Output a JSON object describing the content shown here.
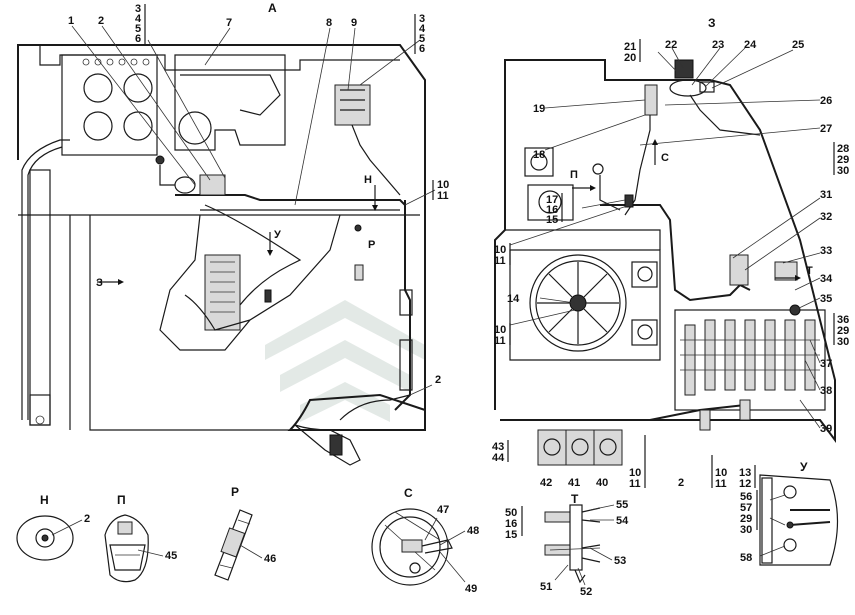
{
  "views": {
    "main_left": "А",
    "main_right": "З",
    "detail_h": "Н",
    "detail_p": "П",
    "detail_r": "Р",
    "detail_s": "С",
    "detail_t": "Т",
    "detail_u": "У"
  },
  "marks": {
    "view_z_arrow": "З",
    "view_h_arrow": "Н",
    "view_u_arrow": "У",
    "view_r_mark": "Р",
    "view_p_arrow": "П",
    "view_s_arrow": "С",
    "view_t_arrow": "Т"
  },
  "callouts_left": {
    "c1": "1",
    "c2": "2",
    "c3456": [
      "3",
      "4",
      "5",
      "6"
    ],
    "c7": "7",
    "c8": "8",
    "c9": "9",
    "c3456b": [
      "3",
      "4",
      "5",
      "6"
    ],
    "c1011": [
      "10",
      "11"
    ],
    "c2b": "2"
  },
  "callouts_right": {
    "c2120": [
      "21",
      "20"
    ],
    "c22": "22",
    "c23": "23",
    "c24": "24",
    "c25": "25",
    "c19": "19",
    "c26": "26",
    "c18": "18",
    "c27": "27",
    "c282930": [
      "28",
      "29",
      "30"
    ],
    "c171615": [
      "17",
      "16",
      "15"
    ],
    "c31": "31",
    "c32": "32",
    "c1011a": [
      "10",
      "11"
    ],
    "c33": "33",
    "c14": "14",
    "c34": "34",
    "c35": "35",
    "c362930": [
      "36",
      "29",
      "30"
    ],
    "c1011b": [
      "10",
      "11"
    ],
    "c37": "37",
    "c38": "38",
    "c39": "39",
    "c4344": [
      "43",
      "44"
    ],
    "c42": "42",
    "c41": "41",
    "c40": "40",
    "c1011c": [
      "10",
      "11"
    ],
    "c2": "2",
    "c1011d": [
      "10",
      "11"
    ],
    "c1312": [
      "13",
      "12"
    ]
  },
  "callouts_details": {
    "h2": "2",
    "p45": "45",
    "r46": "46",
    "s47": "47",
    "s48": "48",
    "s49": "49",
    "t501615": [
      "50",
      "16",
      "15"
    ],
    "t55": "55",
    "t54": "54",
    "t53": "53",
    "t51": "51",
    "t52": "52",
    "u56573930": [
      "56",
      "57",
      "29",
      "30"
    ],
    "u58": "58"
  }
}
